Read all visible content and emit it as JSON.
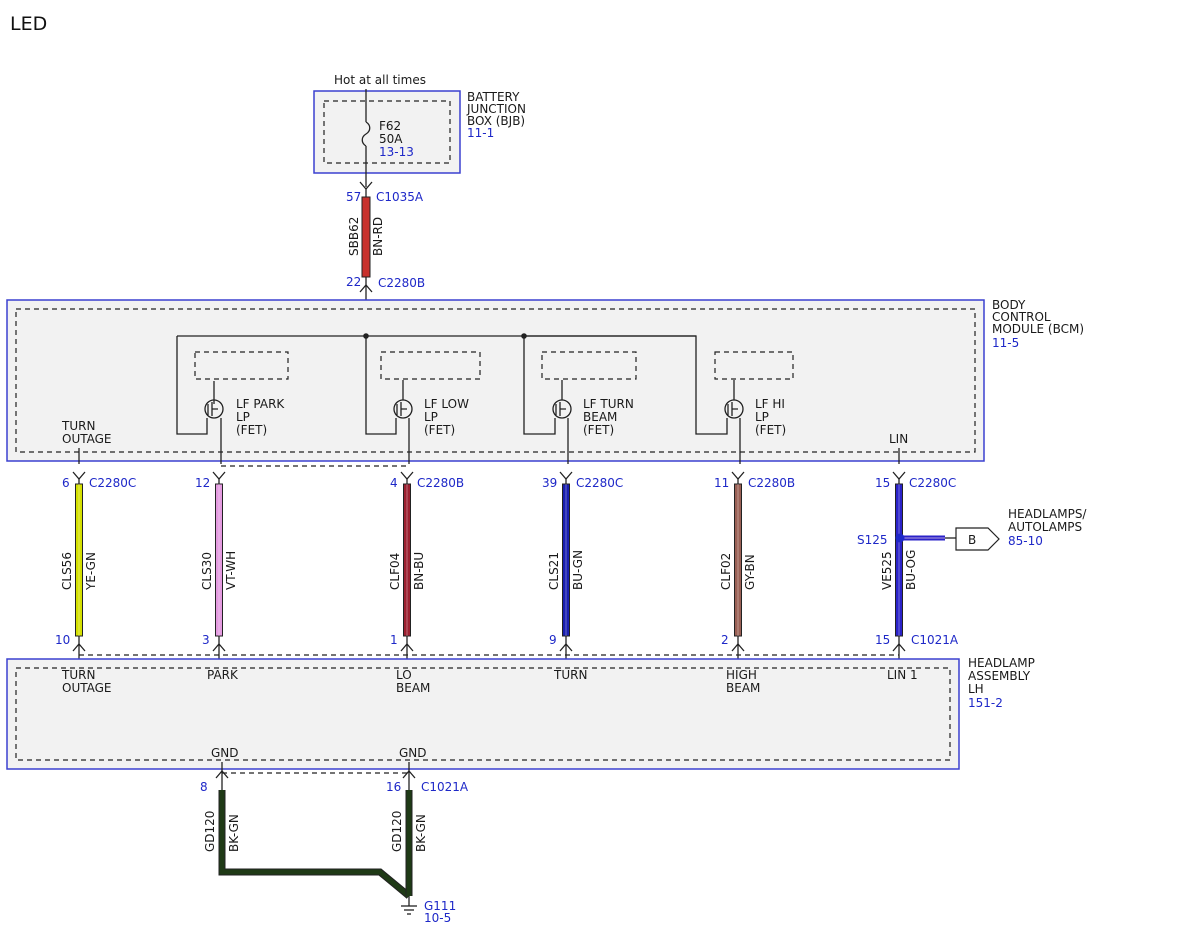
{
  "title": "LED",
  "colors": {
    "module_border": "#3b40d0",
    "module_fill": "#f2f2f2",
    "ref_text": "#1e28c8",
    "wire_bn_rd": "#c8322d",
    "wire_ye_gn": "#d4e000",
    "wire_vt_wh": "#e49be0",
    "wire_bn_bu": "#9b2030",
    "wire_bu_gn": "#1a1fb0",
    "wire_gy_bn": "#9a6055",
    "wire_bu_og": "#2a22c8",
    "wire_bk_gn": "#1f3a16"
  },
  "top": {
    "hot_label": "Hot at all times",
    "fuse": {
      "id": "F62",
      "rating": "50A",
      "ref": "13-13"
    },
    "bjb": {
      "name": [
        "BATTERY",
        "JUNCTION",
        "BOX (BJB)"
      ],
      "ref": "11-1"
    }
  },
  "feed": {
    "pin_top": "57",
    "connector_top": "C1035A",
    "circuit": "SBB62",
    "color": "BN-RD",
    "pin_bottom": "22",
    "connector_bottom": "C2280B"
  },
  "bcm": {
    "name": [
      "BODY",
      "CONTROL",
      "MODULE (BCM)"
    ],
    "ref": "11-5",
    "fets": [
      {
        "label": [
          "LF PARK",
          "LP",
          "(FET)"
        ]
      },
      {
        "label": [
          "LF LOW",
          "LP",
          "(FET)"
        ]
      },
      {
        "label": [
          "LF TURN",
          "BEAM",
          "(FET)"
        ]
      },
      {
        "label": [
          "LF HI",
          "LP",
          "(FET)"
        ]
      }
    ],
    "turn_outage": [
      "TURN",
      "OUTAGE"
    ],
    "lin": "LIN"
  },
  "wires": [
    {
      "pin_top": "6",
      "conn_top": "C2280C",
      "circuit": "CLS56",
      "color": "YE-GN",
      "pin_bottom": "10"
    },
    {
      "pin_top": "12",
      "conn_top": "",
      "circuit": "CLS30",
      "color": "VT-WH",
      "pin_bottom": "3"
    },
    {
      "pin_top": "4",
      "conn_top": "C2280B",
      "circuit": "CLF04",
      "color": "BN-BU",
      "pin_bottom": "1"
    },
    {
      "pin_top": "39",
      "conn_top": "C2280C",
      "circuit": "CLS21",
      "color": "BU-GN",
      "pin_bottom": "9"
    },
    {
      "pin_top": "11",
      "conn_top": "C2280B",
      "circuit": "CLF02",
      "color": "GY-BN",
      "pin_bottom": "2"
    },
    {
      "pin_top": "15",
      "conn_top": "C2280C",
      "circuit": "VE525",
      "color": "BU-OG",
      "pin_bottom": "15",
      "conn_bottom": "C1021A"
    }
  ],
  "splice": {
    "id": "S125",
    "page_ref": "B",
    "dest": [
      "HEADLAMPS/",
      "AUTOLAMPS"
    ],
    "dest_ref": "85-10"
  },
  "headlamp": {
    "name": [
      "HEADLAMP",
      "ASSEMBLY",
      "LH"
    ],
    "ref": "151-2",
    "pins": [
      [
        "TURN",
        "OUTAGE"
      ],
      [
        "PARK"
      ],
      [
        "LO",
        "BEAM"
      ],
      [
        "TURN"
      ],
      [
        "HIGH",
        "BEAM"
      ],
      [
        "LIN 1"
      ]
    ],
    "gnd_label": "GND"
  },
  "grounds": [
    {
      "pin": "8",
      "conn": "",
      "circuit": "GD120",
      "color": "BK-GN"
    },
    {
      "pin": "16",
      "conn": "C1021A",
      "circuit": "GD120",
      "color": "BK-GN"
    }
  ],
  "ground_point": {
    "id": "G111",
    "ref": "10-5"
  }
}
